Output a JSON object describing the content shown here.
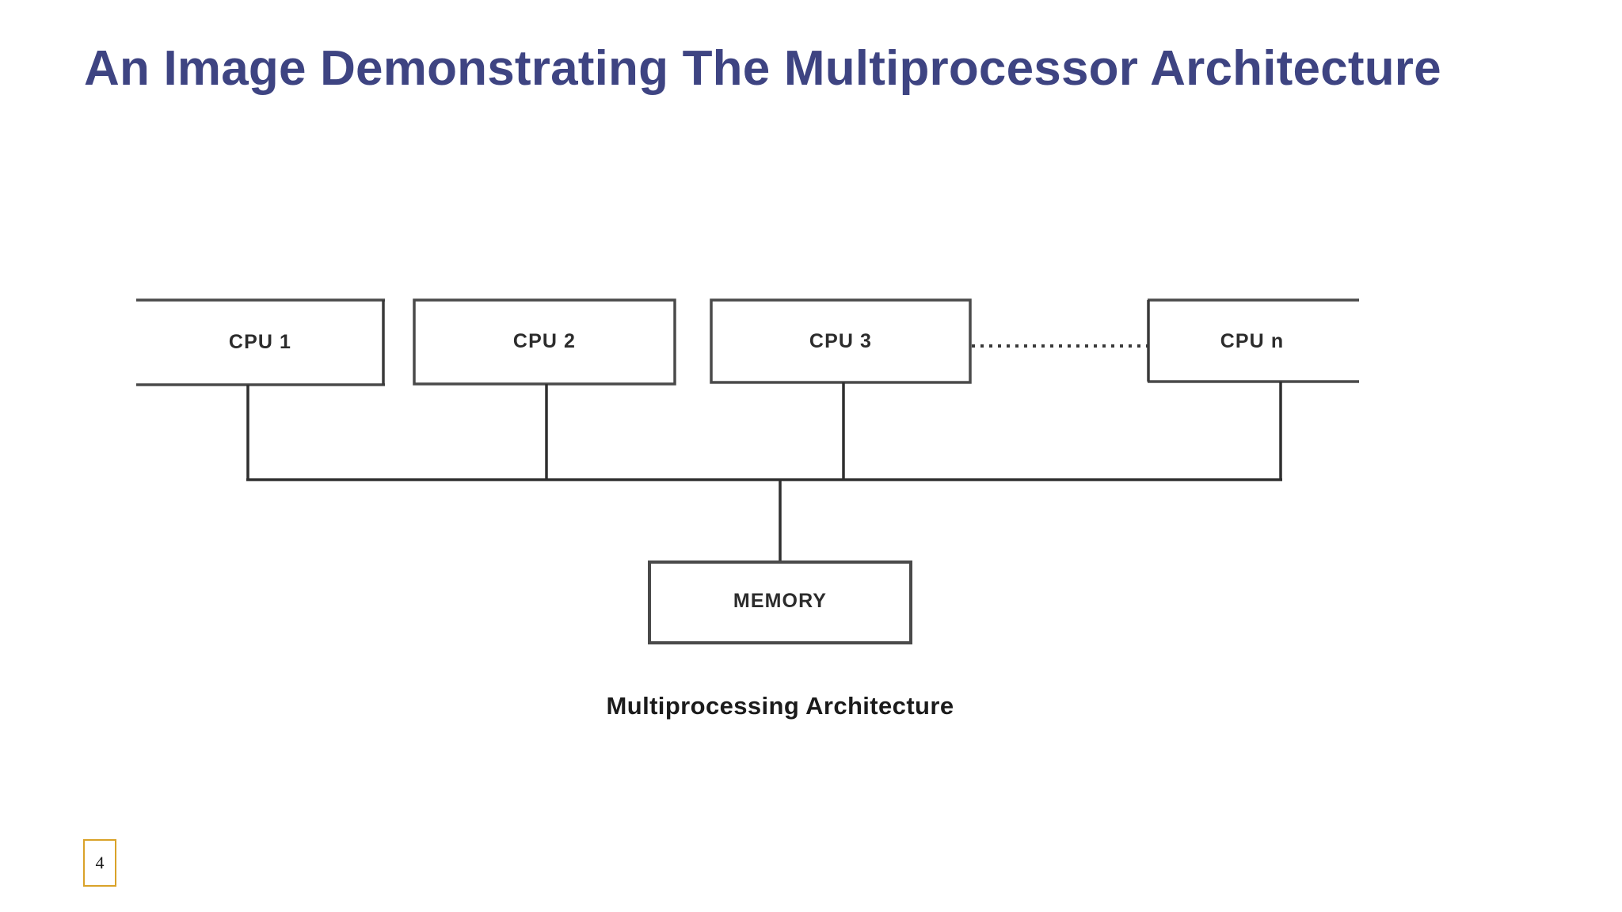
{
  "slide": {
    "title": "An Image Demonstrating The Multiprocessor Architecture",
    "page_number": "4",
    "background_color": "#FFFFFF",
    "title_color": "#3E4482",
    "page_badge_border_color": "#D9A229"
  },
  "diagram": {
    "caption": "Multiprocessing Architecture",
    "line_color": "#3a3a3a",
    "node_text_color": "#2C2C2C",
    "nodes": [
      {
        "id": "cpu1",
        "label": "CPU 1"
      },
      {
        "id": "cpu2",
        "label": "CPU 2"
      },
      {
        "id": "cpu3",
        "label": "CPU 3"
      },
      {
        "id": "cpun",
        "label": "CPU n"
      },
      {
        "id": "memory",
        "label": "MEMORY"
      }
    ],
    "connections": [
      {
        "from": "cpu1",
        "to": "bus",
        "style": "solid"
      },
      {
        "from": "cpu2",
        "to": "bus",
        "style": "solid"
      },
      {
        "from": "cpu3",
        "to": "bus",
        "style": "solid"
      },
      {
        "from": "cpun",
        "to": "bus",
        "style": "solid"
      },
      {
        "from": "cpu3",
        "to": "cpun",
        "style": "dotted"
      },
      {
        "from": "bus",
        "to": "memory",
        "style": "solid"
      }
    ]
  }
}
